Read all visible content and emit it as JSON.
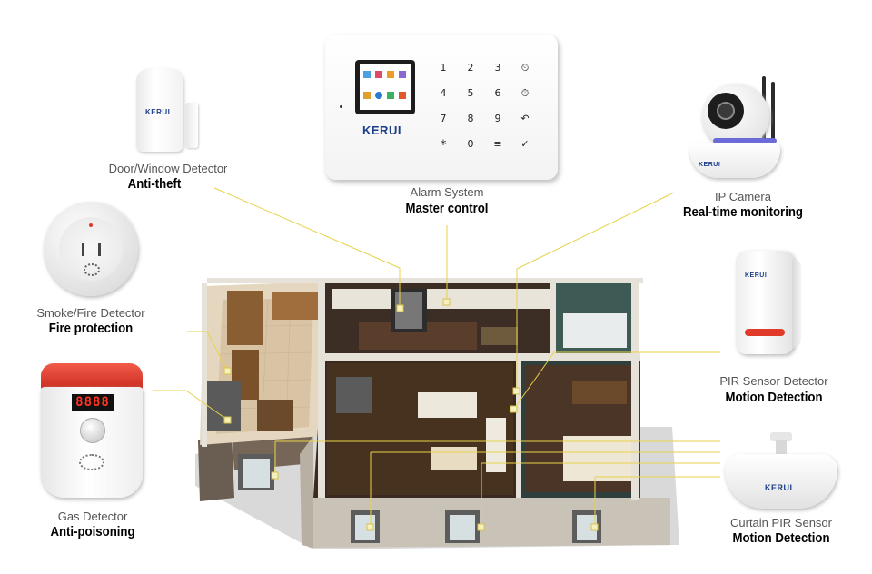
{
  "brand": "KERUI",
  "devices": [
    {
      "id": "door",
      "label": "Door/Window Detector",
      "feature": "Anti-theft"
    },
    {
      "id": "alarm",
      "label": "Alarm System",
      "feature": "Master control"
    },
    {
      "id": "camera",
      "label": "IP Camera",
      "feature": "Real-time monitoring"
    },
    {
      "id": "smoke",
      "label": "Smoke/Fire Detector",
      "feature": "Fire protection"
    },
    {
      "id": "pir",
      "label": "PIR Sensor Detector",
      "feature": "Motion Detection"
    },
    {
      "id": "gas",
      "label": "Gas Detector",
      "feature": "Anti-poisoning"
    },
    {
      "id": "curtain",
      "label": "Curtain PIR Sensor",
      "feature": "Motion Detection"
    }
  ],
  "keypad": [
    "1",
    "2",
    "3",
    "⏲",
    "4",
    "5",
    "6",
    "⏱",
    "7",
    "8",
    "9",
    "↶",
    "*",
    "0",
    "≡",
    "✓"
  ],
  "gas_display": "8888",
  "colors": {
    "leader_line": "#e8d24a",
    "brand": "#1d3e8a",
    "alarm_red": "#e03a2a"
  }
}
